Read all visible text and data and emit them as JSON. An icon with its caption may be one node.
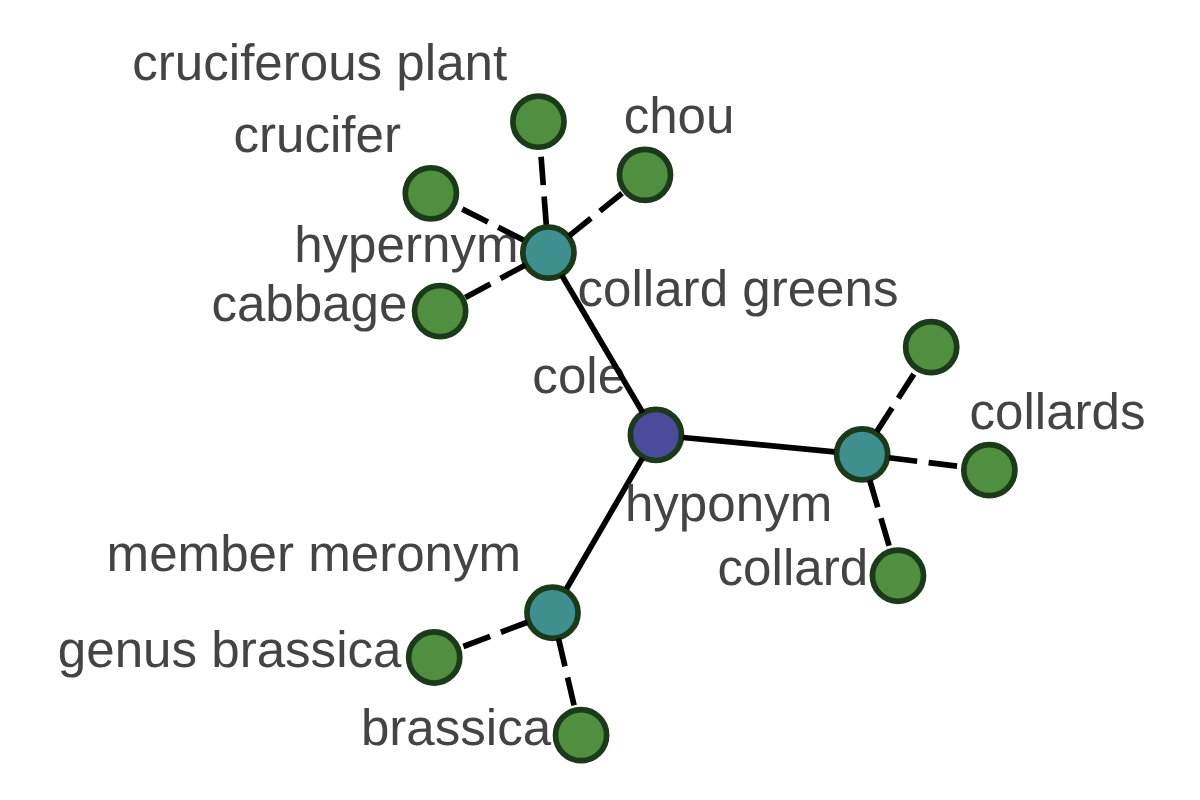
{
  "diagram": {
    "nodes": [
      {
        "text": [
          "cole"
        ]
      },
      {
        "text": [
          "hypernym"
        ]
      },
      {
        "text": [
          "cabbage"
        ]
      },
      {
        "text": [
          "cruciferous plant"
        ]
      },
      {
        "text": [
          "chou"
        ]
      },
      {
        "text": [
          "crucifer"
        ]
      },
      {
        "text": [
          "member meronym"
        ]
      },
      {
        "text": [
          "brassica"
        ]
      },
      {
        "text": [
          "genus brassica"
        ]
      },
      {
        "text": [
          "hyponym"
        ]
      },
      {
        "text": [
          "collard"
        ]
      },
      {
        "text": [
          "collard greens"
        ]
      },
      {
        "text": [
          "collards"
        ]
      }
    ],
    "edges": [
      {
        "from": 0,
        "to": 1,
        "arrow": "none"
      },
      {
        "from": 1,
        "to": 2,
        "arrow": "none",
        "style": "dashed"
      },
      {
        "from": 1,
        "to": 3,
        "arrow": "none",
        "style": "dashed"
      },
      {
        "from": 1,
        "to": 4,
        "arrow": "none",
        "style": "dashed"
      },
      {
        "from": 1,
        "to": 5,
        "arrow": "none",
        "style": "dashed"
      },
      {
        "from": 0,
        "to": 6,
        "arrow": "none"
      },
      {
        "from": 6,
        "to": 7,
        "arrow": "none",
        "style": "dashed"
      },
      {
        "from": 6,
        "to": 8,
        "arrow": "none",
        "style": "dashed"
      },
      {
        "from": 0,
        "to": 9,
        "arrow": "none"
      },
      {
        "from": 9,
        "to": 10,
        "arrow": "none",
        "style": "dashed"
      },
      {
        "from": 9,
        "to": 11,
        "arrow": "none",
        "style": "dashed"
      },
      {
        "from": 9,
        "to": 12,
        "arrow": "none",
        "style": "dashed"
      }
    ]
  }
}
